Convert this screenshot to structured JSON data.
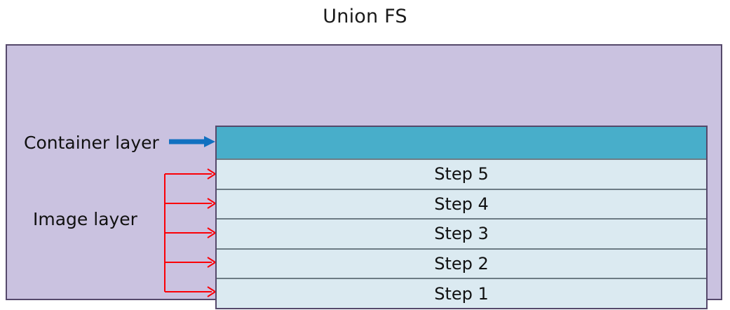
{
  "diagram": {
    "title": "Union FS",
    "labels": {
      "container_layer": "Container layer",
      "image_layer": "Image layer"
    },
    "colors": {
      "panel_background": "#cac2e0",
      "panel_border": "#55496b",
      "container_layer_fill": "#48aeca",
      "image_layer_fill": "#dbeaf1",
      "layer_border": "#6d7c85",
      "container_arrow": "#1170c0",
      "image_arrow": "#fb0007",
      "page_background": "#ffffff",
      "text": "#111111"
    },
    "stack": {
      "container_layer": {
        "name": "container-layer",
        "text": ""
      },
      "image_layers": [
        {
          "name": "image-layer-step-5",
          "text": "Step 5"
        },
        {
          "name": "image-layer-step-4",
          "text": "Step 4"
        },
        {
          "name": "image-layer-step-3",
          "text": "Step 3"
        },
        {
          "name": "image-layer-step-2",
          "text": "Step 2"
        },
        {
          "name": "image-layer-step-1",
          "text": "Step 1"
        }
      ]
    },
    "connectors": {
      "container_arrow_label": "container-layer-arrow",
      "image_bracket_label": "image-layer-bracket-arrows",
      "image_arrow_count": 5
    }
  }
}
